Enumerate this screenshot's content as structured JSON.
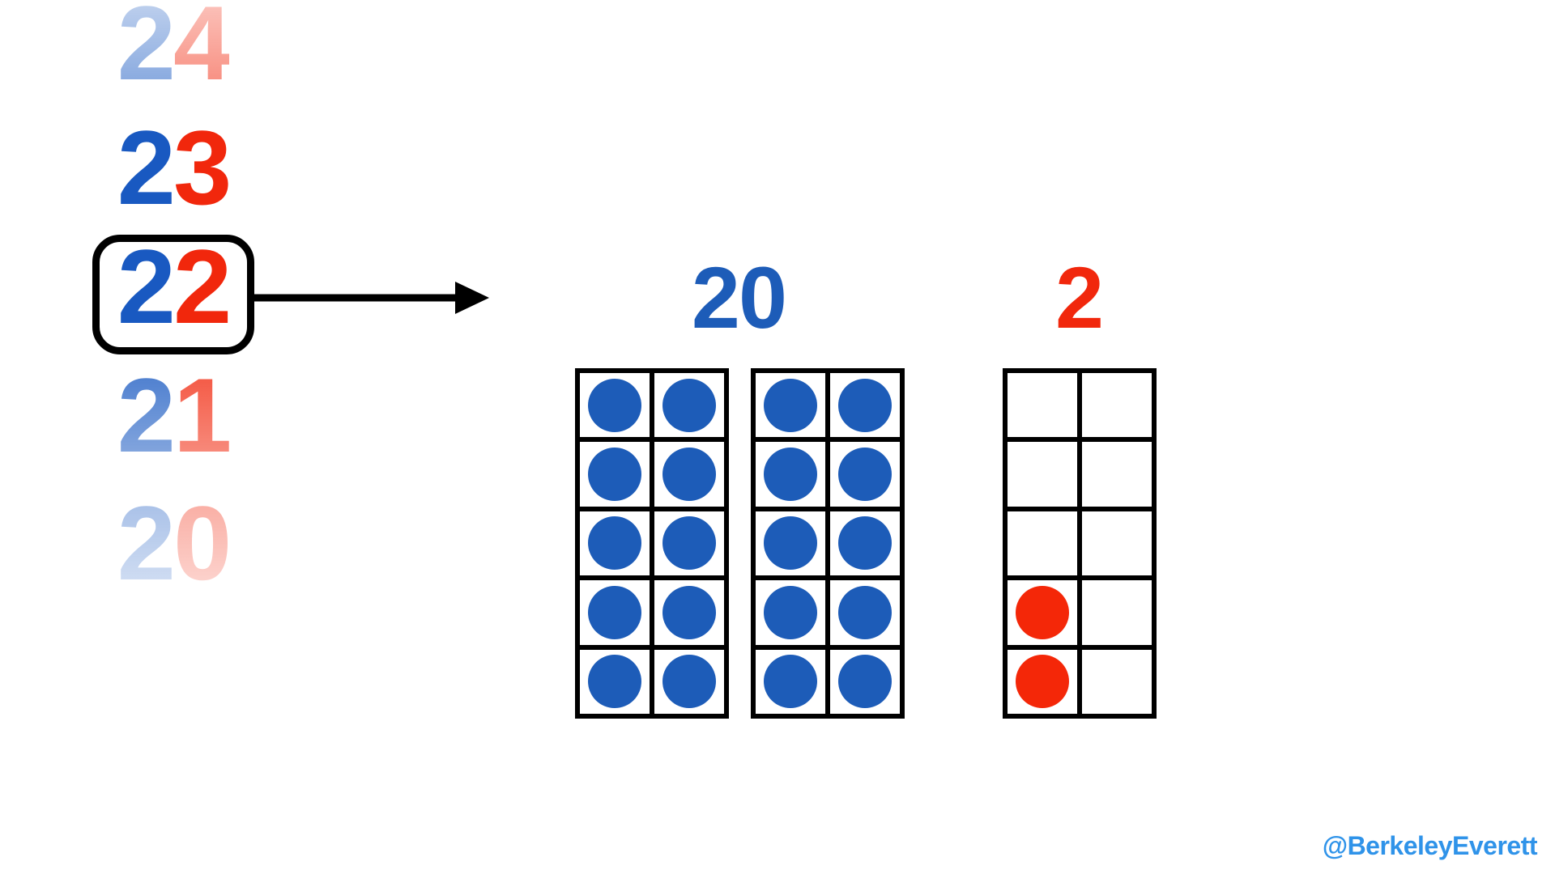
{
  "colors": {
    "tens_blue": "#1959C1",
    "ones_red": "#F1270C",
    "dot_blue": "#1D5CB8",
    "dot_red": "#F42708",
    "outline_black": "#000000",
    "watermark_blue": "#2F93E9"
  },
  "number_list": [
    {
      "value": "24",
      "tens_digit": "2",
      "ones_digit": "4",
      "fade_top": 0.25,
      "fade_bottom": 0.55,
      "selected": false
    },
    {
      "value": "23",
      "tens_digit": "2",
      "ones_digit": "3",
      "fade_top": 1,
      "fade_bottom": 1,
      "selected": false
    },
    {
      "value": "22",
      "tens_digit": "2",
      "ones_digit": "2",
      "fade_top": 1,
      "fade_bottom": 1,
      "selected": true
    },
    {
      "value": "21",
      "tens_digit": "2",
      "ones_digit": "1",
      "fade_top": 0.8,
      "fade_bottom": 0.5,
      "selected": false
    },
    {
      "value": "20",
      "tens_digit": "2",
      "ones_digit": "0",
      "fade_top": 0.4,
      "fade_bottom": 0.18,
      "selected": false
    }
  ],
  "decomposition": {
    "selected_value": "22",
    "tens_label": "20",
    "ones_label": "2",
    "frames": [
      {
        "name": "tens-frame-1",
        "rows": 5,
        "cols": 2,
        "cells": [
          "blue",
          "blue",
          "blue",
          "blue",
          "blue",
          "blue",
          "blue",
          "blue",
          "blue",
          "blue"
        ]
      },
      {
        "name": "tens-frame-2",
        "rows": 5,
        "cols": 2,
        "cells": [
          "blue",
          "blue",
          "blue",
          "blue",
          "blue",
          "blue",
          "blue",
          "blue",
          "blue",
          "blue"
        ]
      },
      {
        "name": "ones-frame",
        "rows": 5,
        "cols": 2,
        "cells": [
          null,
          null,
          null,
          null,
          null,
          null,
          "red",
          null,
          "red",
          null
        ]
      }
    ]
  },
  "watermark": "@BerkeleyEverett"
}
